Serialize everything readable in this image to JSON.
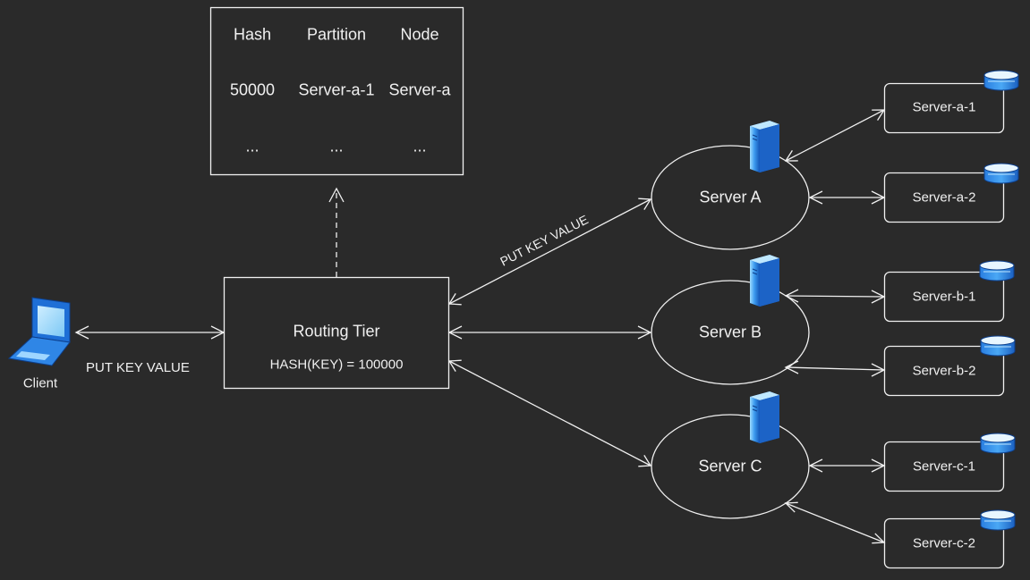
{
  "colors": {
    "background": "#2a2a2a",
    "stroke": "#f0f0f0",
    "text": "#f0f0f0",
    "icon_blue": "#1e6fd6",
    "icon_light_blue": "#6fc0f5"
  },
  "lookup_table": {
    "headers": [
      "Hash",
      "Partition",
      "Node"
    ],
    "rows": [
      [
        "50000",
        "Server-a-1",
        "Server-a"
      ],
      [
        "...",
        "...",
        "..."
      ]
    ]
  },
  "client": {
    "label": "Client",
    "icon": "laptop-icon"
  },
  "client_link_label": "PUT KEY VALUE",
  "routing_tier": {
    "title": "Routing Tier",
    "hash_text": "HASH(KEY) = 100000"
  },
  "server_a_link_label": "PUT KEY VALUE",
  "servers": [
    {
      "label": "Server A",
      "icon": "server-tower-icon"
    },
    {
      "label": "Server B",
      "icon": "server-tower-icon"
    },
    {
      "label": "Server C",
      "icon": "server-tower-icon"
    }
  ],
  "partitions": [
    {
      "label": "Server-a-1",
      "icon": "database-icon"
    },
    {
      "label": "Server-a-2",
      "icon": "database-icon"
    },
    {
      "label": "Server-b-1",
      "icon": "database-icon"
    },
    {
      "label": "Server-b-2",
      "icon": "database-icon"
    },
    {
      "label": "Server-c-1",
      "icon": "database-icon"
    },
    {
      "label": "Server-c-2",
      "icon": "database-icon"
    }
  ]
}
